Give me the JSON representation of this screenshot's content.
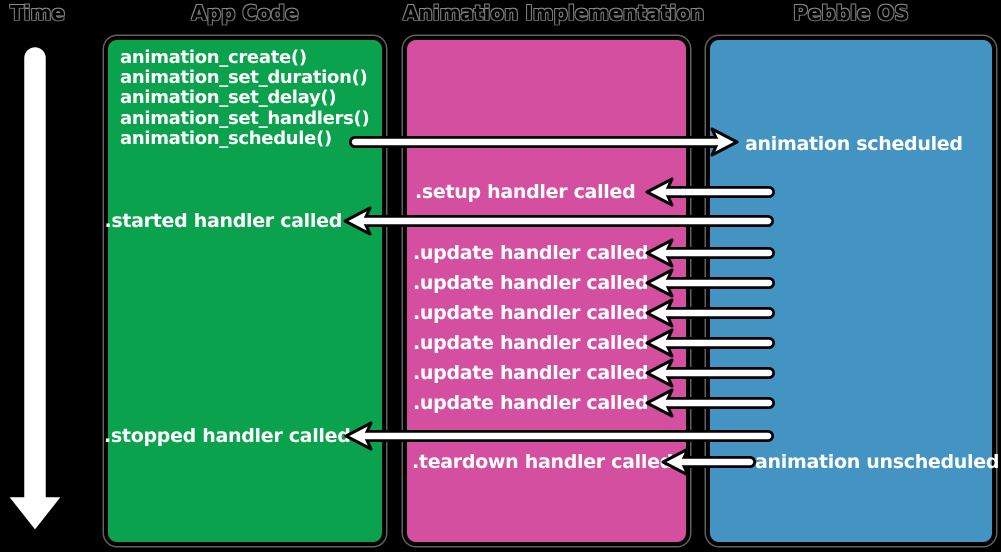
{
  "diagram": {
    "time_label": "Time",
    "columns": [
      {
        "label": "App Code"
      },
      {
        "label": "Animation Implementation"
      },
      {
        "label": "Pebble OS"
      }
    ],
    "app_code_calls": [
      "animation_create()",
      "animation_set_duration()",
      "animation_set_delay()",
      "animation_set_handlers()",
      "animation_schedule()"
    ],
    "events": {
      "scheduled": "animation scheduled",
      "setup": ".setup handler called",
      "started": ".started handler called",
      "update": ".update handler called",
      "update_count": "6",
      "stopped": ".stopped handler called",
      "teardown": ".teardown handler called",
      "unscheduled": "animation unscheduled"
    }
  },
  "colors": {
    "green": "#0aa24c",
    "pink": "#d44f9f",
    "blue": "#4393c3",
    "background": "#000000",
    "box_text": "#ffffff",
    "outline": "#000000"
  }
}
